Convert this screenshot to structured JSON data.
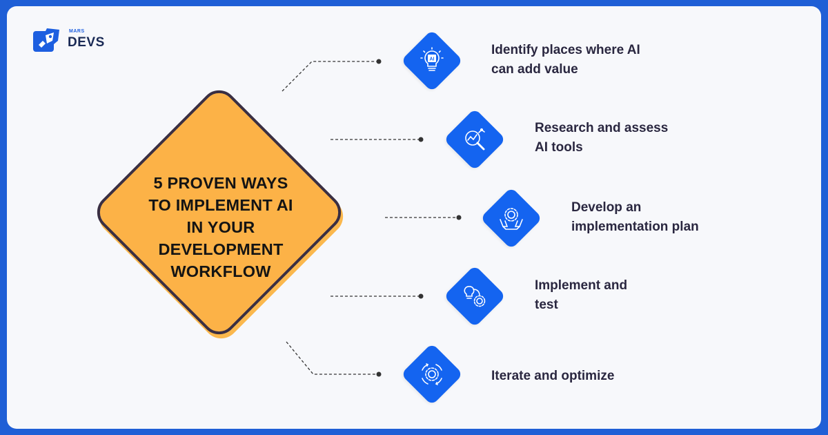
{
  "brand": {
    "small": "MARS",
    "name": "DEVS"
  },
  "title": "5 PROVEN WAYS\nTO IMPLEMENT AI\nIN YOUR\nDEVELOPMENT\nWORKFLOW",
  "colors": {
    "background": "#1f5fd6",
    "card": "#f7f8fb",
    "diamond": "#fcb247",
    "icon": "#1464f0",
    "text": "#2a2740"
  },
  "steps": [
    {
      "icon": "ai-bulb-icon",
      "label": "Identify places where AI\ncan add value"
    },
    {
      "icon": "research-chart-icon",
      "label": "Research and assess\nAI tools"
    },
    {
      "icon": "gear-hands-icon",
      "label": "Develop an\nimplementation plan"
    },
    {
      "icon": "bulb-gear-icon",
      "label": "Implement and\ntest"
    },
    {
      "icon": "cycle-gear-icon",
      "label": "Iterate and optimize"
    }
  ]
}
